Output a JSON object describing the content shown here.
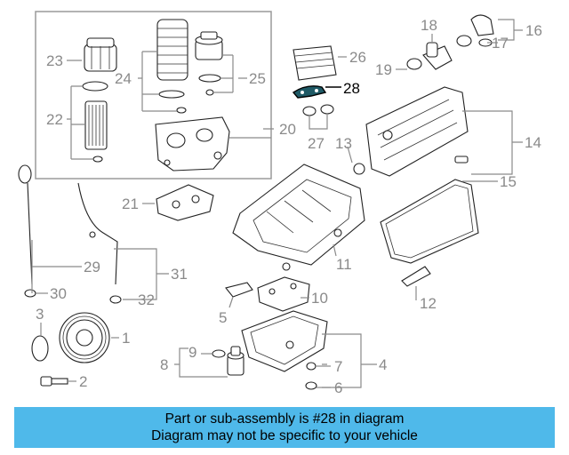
{
  "diagram": {
    "highlight_part": "28",
    "callouts": [
      "1",
      "2",
      "3",
      "4",
      "5",
      "6",
      "7",
      "8",
      "9",
      "10",
      "11",
      "12",
      "13",
      "14",
      "15",
      "16",
      "17",
      "18",
      "19",
      "20",
      "21",
      "22",
      "23",
      "24",
      "25",
      "26",
      "27",
      "28",
      "29",
      "30",
      "31",
      "32"
    ],
    "colors": {
      "callout_text": "#8a8a8a",
      "highlight_text": "#000000",
      "banner_bg": "#4fb9ea",
      "inset_border": "#9a9a9a"
    }
  },
  "banner": {
    "line1": "Part or sub-assembly is #28 in diagram",
    "line2": "Diagram may not be specific to your vehicle"
  }
}
